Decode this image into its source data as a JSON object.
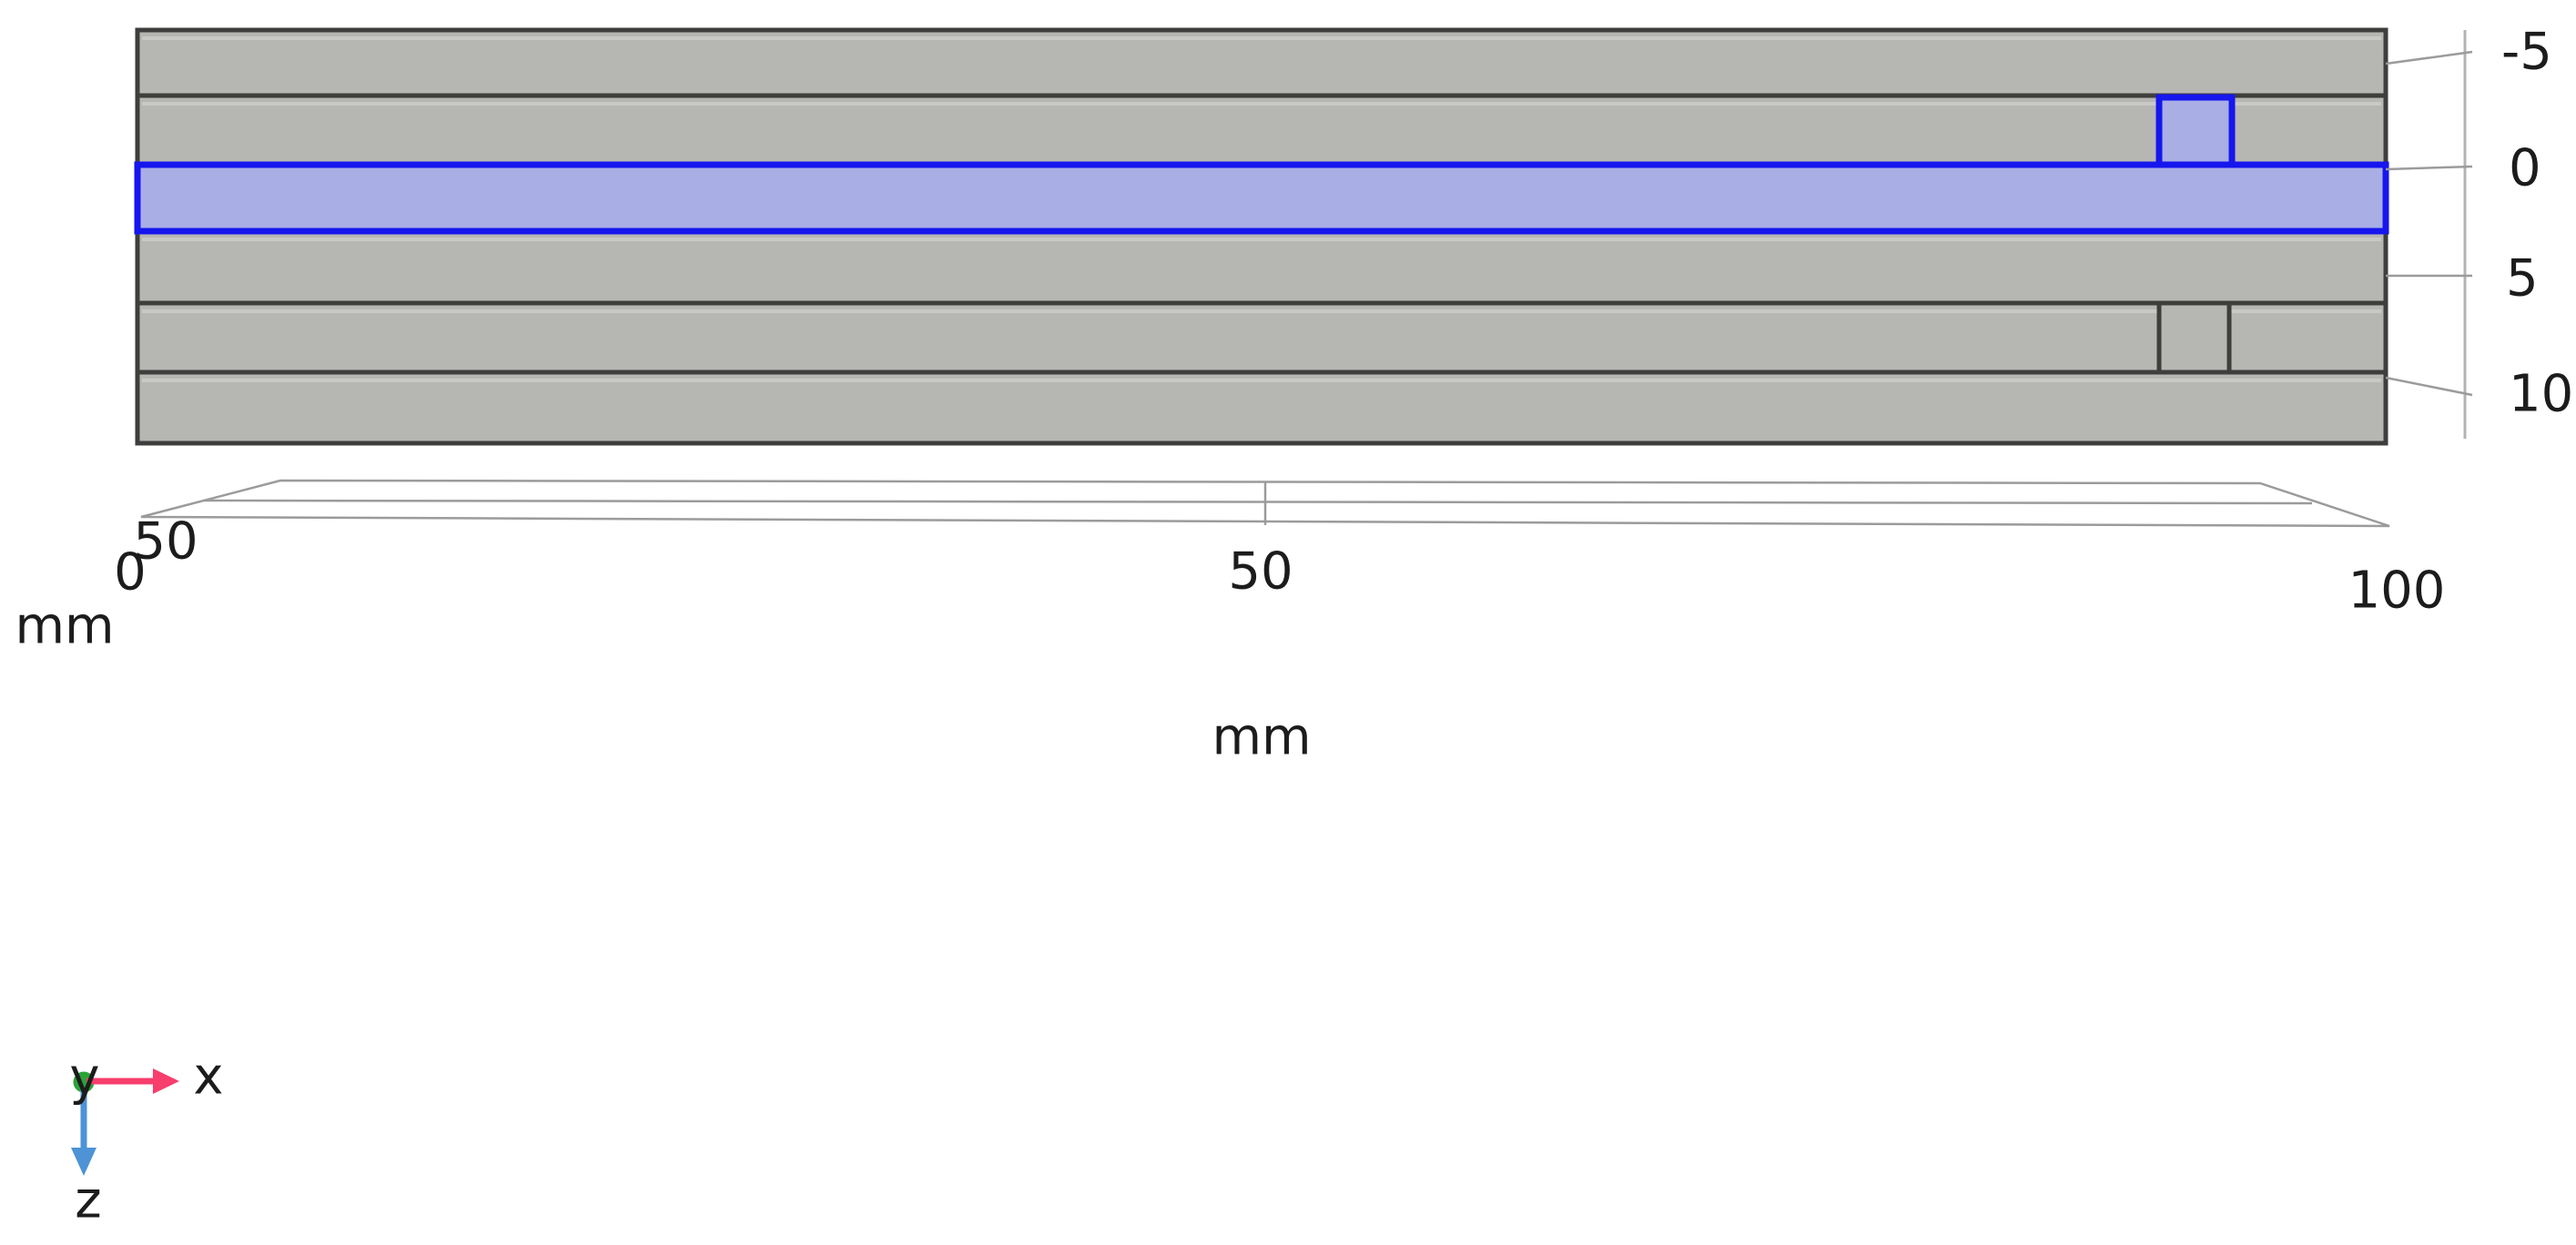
{
  "view": {
    "type": "geometry-viewport",
    "description": "Front view of a six-layer laminate stack, third layer selected (highlighted blue), with a small surface feature domain and a buried feature domain near the right end",
    "unit": "mm",
    "background": "#ffffff"
  },
  "stack": {
    "layer_count": 6,
    "selected_layer_index": 2,
    "has_surface_feature": true,
    "has_buried_feature": true
  },
  "z_axis": {
    "ticks": [
      {
        "label": "-5"
      },
      {
        "label": "0"
      },
      {
        "label": "5"
      },
      {
        "label": "10"
      }
    ]
  },
  "x_axis": {
    "ticks": [
      "0",
      "50",
      "100"
    ],
    "unit_label": "mm"
  },
  "y_axis": {
    "ticks": [
      "50"
    ],
    "unit_label": "mm"
  },
  "triad": {
    "x_label": "x",
    "y_label": "y",
    "z_label": "z"
  },
  "colors": {
    "layer_fill": "#b6b7b3",
    "layer_bevel": "#c8c9c5",
    "layer_edge": "#3e3e3c",
    "selection_fill": "#a9aee5",
    "selection_edge": "#1616ee",
    "annotation_line": "#9b9b9b",
    "axis_line": "#b3b3b3",
    "label_text": "#1c1c1c",
    "triad_x_arrow": "#f73e6c",
    "triad_y_dot": "#2aa338",
    "triad_z_arrow": "#4d93d6"
  }
}
